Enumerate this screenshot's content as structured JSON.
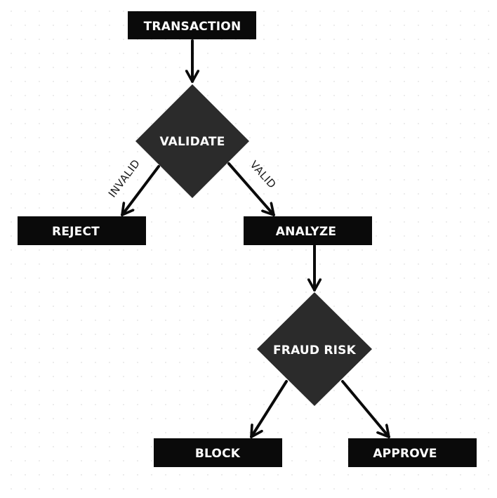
{
  "nodes": {
    "transaction": "TRANSACTION",
    "validate": "VALIDATE",
    "reject": "REJECT",
    "analyze": "ANALYZE",
    "fraud_risk": "FRAUD RISK",
    "block": "BLOCK",
    "approve": "APPROVE"
  },
  "edges": {
    "invalid": "INVALID",
    "valid": "VALID"
  },
  "colors": {
    "box": "#0a0a0a",
    "diamond": "#2b2b2b",
    "text": "#ffffff",
    "arrow": "#0a0a0a"
  }
}
